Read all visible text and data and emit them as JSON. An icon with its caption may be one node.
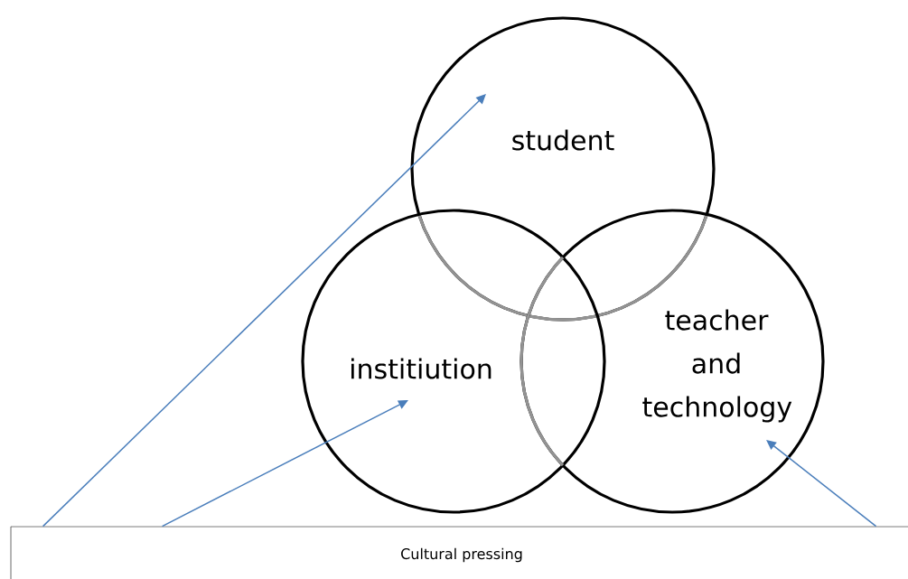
{
  "diagram": {
    "nodes": [
      {
        "text": [
          "student"
        ]
      },
      {
        "text": [
          "institiution"
        ]
      },
      {
        "text": [
          "teacher and technology"
        ]
      },
      {
        "text": [
          "Cultural pressing"
        ]
      }
    ],
    "edges": [
      {
        "from": 3,
        "to": 0,
        "arrow": "to"
      },
      {
        "from": 3,
        "to": 1,
        "arrow": "to"
      },
      {
        "from": 3,
        "to": 2,
        "arrow": "to"
      }
    ]
  }
}
